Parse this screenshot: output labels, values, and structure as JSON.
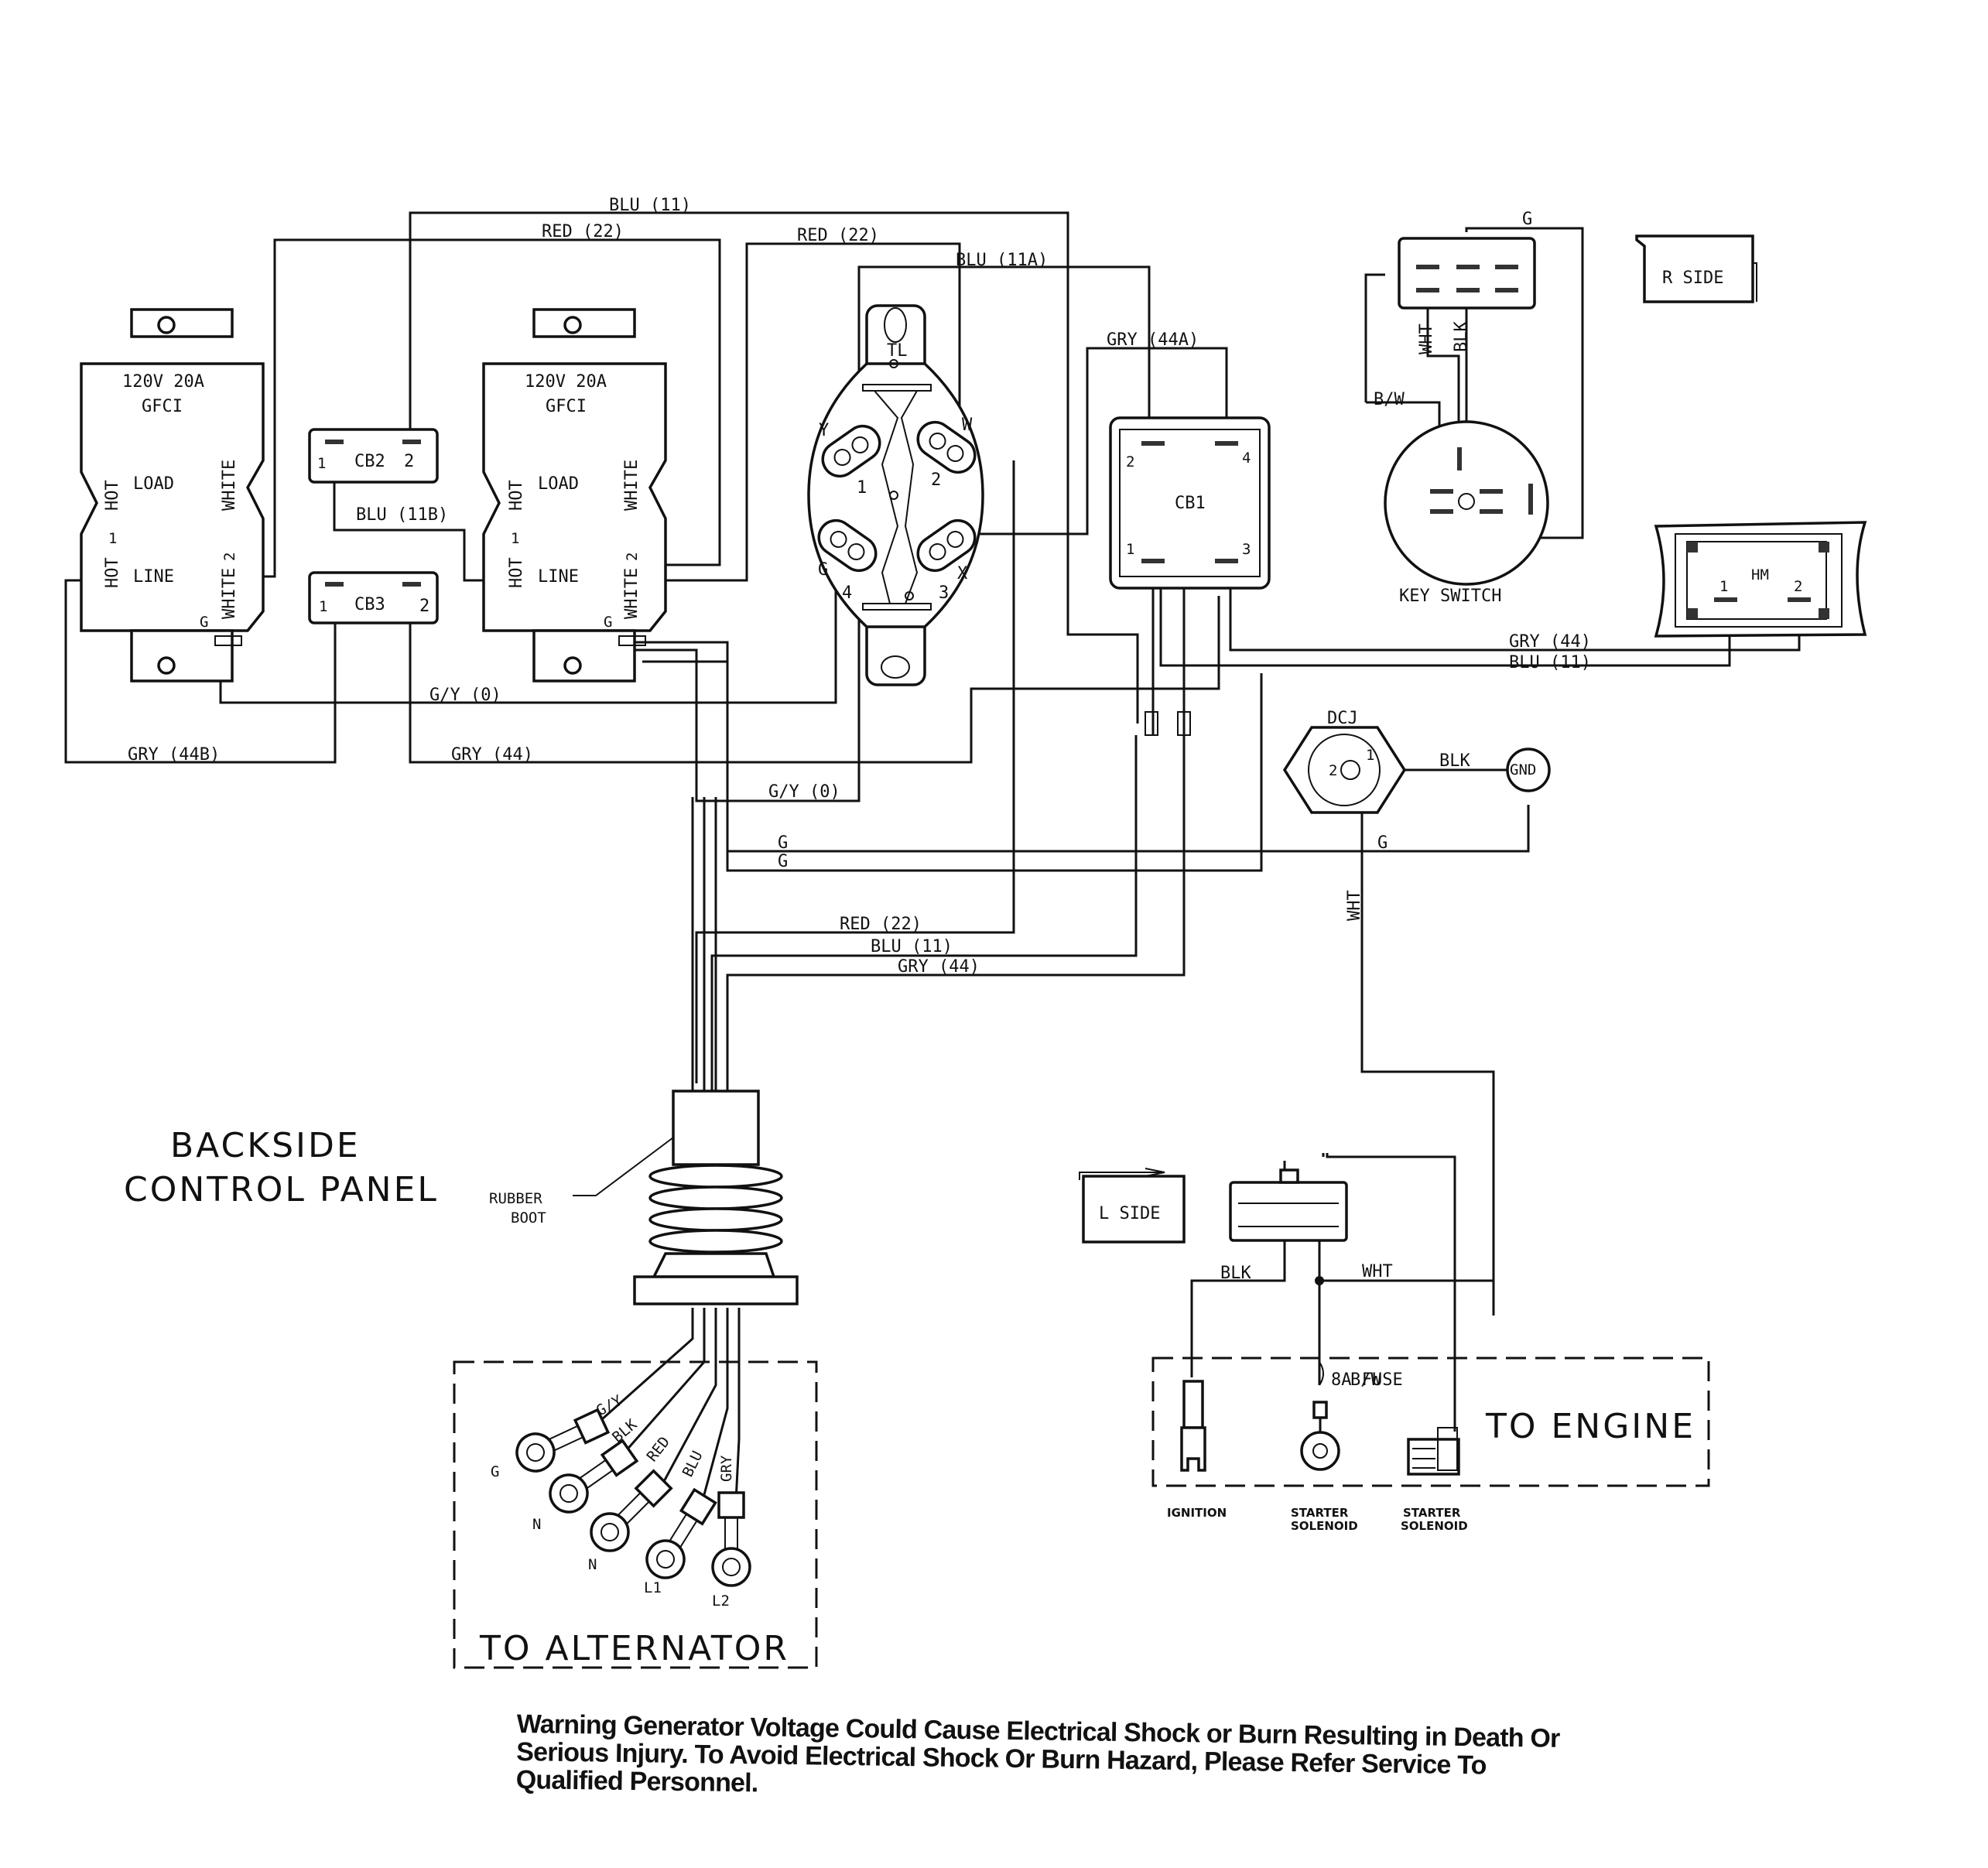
{
  "title": {
    "line1": "BACKSIDE",
    "line2": "CONTROL PANEL"
  },
  "components": {
    "gfci_left": {
      "line1": "120V 20A",
      "line2": "GFCI",
      "hot": "HOT",
      "white": "WHITE",
      "load": "LOAD",
      "line": "LINE",
      "pin1": "1",
      "pin2": "2",
      "ground": "G"
    },
    "gfci_right": {
      "line1": "120V 20A",
      "line2": "GFCI",
      "hot": "HOT",
      "white": "WHITE",
      "load": "LOAD",
      "line": "LINE",
      "pin1": "1",
      "pin2": "2",
      "ground": "G"
    },
    "cb2": {
      "label": "CB2",
      "pin1": "1",
      "pin2": "2"
    },
    "cb3": {
      "label": "CB3",
      "pin1": "1",
      "pin2": "2"
    },
    "cb1": {
      "label": "CB1",
      "pin1": "1",
      "pin2": "2",
      "pin3": "3",
      "pin4": "4"
    },
    "receptacle": {
      "tl": "TL",
      "y": "Y",
      "w": "W",
      "g": "G",
      "x": "X",
      "p1": "1",
      "p2": "2",
      "p3": "3",
      "p4": "4"
    },
    "key_switch": {
      "label": "KEY SWITCH",
      "wht": "WHT",
      "blk": "BLK",
      "bw": "B/W",
      "g": "G"
    },
    "r_side": "R SIDE",
    "l_side": "L SIDE",
    "hour_meter": {
      "label": "HM",
      "pin1": "1",
      "pin2": "2"
    },
    "dcj": {
      "label": "DCJ",
      "pin1": "1",
      "pin2": "2"
    },
    "gnd": "GND",
    "rubber_boot": {
      "line1": "RUBBER",
      "line2": "BOOT"
    },
    "alternator": {
      "label": "TO ALTERNATOR",
      "wires": [
        "G/Y",
        "BLK",
        "RED",
        "BLU",
        "GRY"
      ],
      "terminals": [
        "G",
        "N",
        "N",
        "L1",
        "L2"
      ]
    },
    "engine": {
      "label": "TO ENGINE",
      "fuse": "8A FUSE",
      "bw": "B/W",
      "wht": "WHT",
      "blk": "BLK",
      "ignition": "IGNITION",
      "starter1": [
        "STARTER",
        "SOLENOID"
      ],
      "starter2": [
        "STARTER",
        "SOLENOID"
      ]
    }
  },
  "wire_labels": {
    "blu11_top": "BLU (11)",
    "red22_top": "RED (22)",
    "red22_top2": "RED (22)",
    "blu11a": "BLU (11A)",
    "gry44a": "GRY (44A)",
    "blu11b": "BLU (11B)",
    "gy0_upper": "G/Y (0)",
    "gry44b": "GRY (44B)",
    "gry44_mid": "GRY (44)",
    "gy0_lower": "G/Y (0)",
    "g_upper": "G",
    "g_lower": "G",
    "g_right": "G",
    "red22_bottom": "RED (22)",
    "blu11_bottom": "BLU (11)",
    "gry44_bottom": "GRY (44)",
    "gry44_hm": "GRY (44)",
    "blu11_hm": "BLU (11)",
    "blk_dcj": "BLK",
    "wht_vertical": "WHT"
  },
  "warning": "Warning  Generator Voltage Could Cause Electrical Shock or Burn Resulting in Death Or Serious Injury. To Avoid Electrical Shock Or Burn Hazard, Please Refer Service To Qualified Personnel."
}
